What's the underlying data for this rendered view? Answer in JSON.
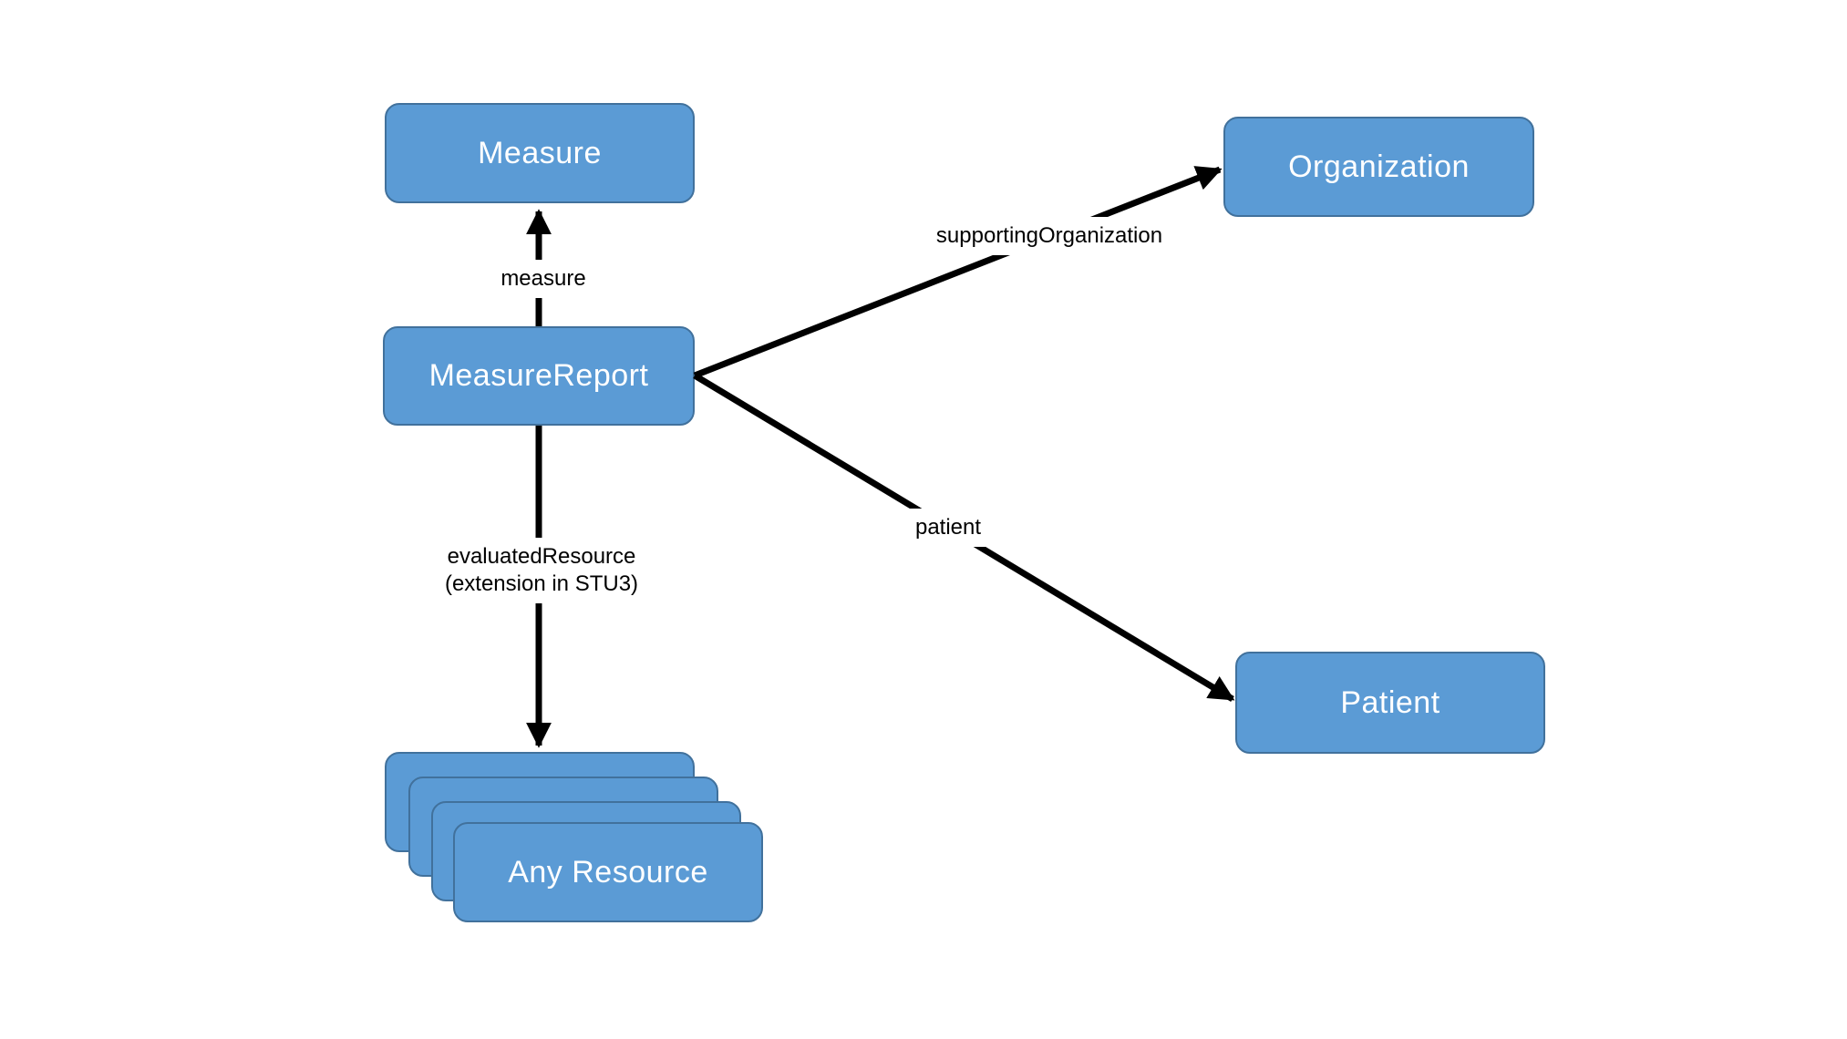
{
  "diagram": {
    "type": "resource-relationship-diagram",
    "background_color": "#ffffff",
    "node_fill_color": "#5B9BD5",
    "node_border_color": "#41719C",
    "node_text_color": "#ffffff",
    "arrow_color": "#000000",
    "label_text_color": "#000000",
    "nodes": [
      {
        "id": "measure",
        "label": "Measure"
      },
      {
        "id": "measureReport",
        "label": "MeasureReport"
      },
      {
        "id": "organization",
        "label": "Organization"
      },
      {
        "id": "patient",
        "label": "Patient"
      },
      {
        "id": "anyResource",
        "label": "Any Resource",
        "stacked_copies": 4
      }
    ],
    "edges": [
      {
        "from": "measureReport",
        "to": "measure",
        "label": "measure"
      },
      {
        "from": "measureReport",
        "to": "anyResource",
        "label": "evaluatedResource",
        "label2": "(extension in STU3)"
      },
      {
        "from": "measureReport",
        "to": "organization",
        "label": "supportingOrganization"
      },
      {
        "from": "measureReport",
        "to": "patient",
        "label": "patient"
      }
    ]
  }
}
